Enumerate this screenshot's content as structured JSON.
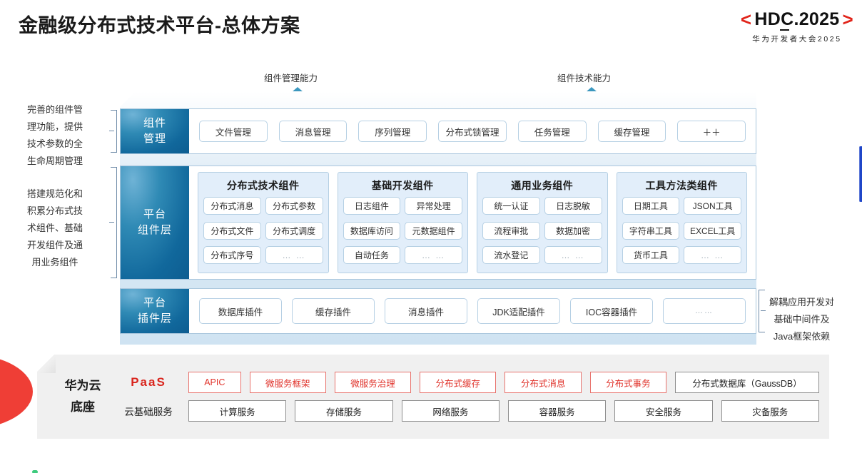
{
  "header": {
    "title": "金融级分布式技术平台-总体方案",
    "logo_bracket_left": "<",
    "logo_bracket_right": ">",
    "logo_main": "HDC.2025",
    "logo_sub": "华为开发者大会2025"
  },
  "arrows": {
    "left_label": "组件管理能力",
    "right_label": "组件技术能力",
    "color": "#1f7fae"
  },
  "side_notes": {
    "left_top": "完善的组件管\n理功能，提供\n技术参数的全\n生命周期管理",
    "left_bottom": "搭建规范化和\n积累分布式技\n术组件、基础\n开发组件及通\n用业务组件",
    "right": "解耦应用开发对\n基础中间件及\nJava框架依赖"
  },
  "mgmt_row": {
    "label": "组件\n管理",
    "items": [
      "文件管理",
      "消息管理",
      "序列管理",
      "分布式锁管理",
      "任务管理",
      "缓存管理",
      "＋＋"
    ]
  },
  "component_row": {
    "label": "平台\n组件层",
    "groups": [
      {
        "title": "分布式技术组件",
        "items": [
          "分布式消息",
          "分布式参数",
          "分布式文件",
          "分布式调度",
          "分布式序号",
          "… …"
        ]
      },
      {
        "title": "基础开发组件",
        "items": [
          "日志组件",
          "异常处理",
          "数据库访问",
          "元数据组件",
          "自动任务",
          "… …"
        ]
      },
      {
        "title": "通用业务组件",
        "items": [
          "统一认证",
          "日志脱敏",
          "流程审批",
          "数据加密",
          "流水登记",
          "… …"
        ]
      },
      {
        "title": "工具方法类组件",
        "items": [
          "日期工具",
          "JSON工具",
          "字符串工具",
          "EXCEL工具",
          "货币工具",
          "… …"
        ]
      }
    ]
  },
  "plugin_row": {
    "label": "平台\n插件层",
    "items": [
      "数据库插件",
      "缓存插件",
      "消息插件",
      "JDK适配插件",
      "IOC容器插件",
      "……"
    ]
  },
  "cloud": {
    "title": "华为云\n底座",
    "paas_label": "PaaS",
    "base_label": "云基础服务",
    "paas_items": [
      "APIC",
      "微服务框架",
      "微服务治理",
      "分布式缓存",
      "分布式消息",
      "分布式事务",
      "分布式数据库（GaussDB）"
    ],
    "paas_item_styles": [
      "red",
      "red",
      "red",
      "red",
      "red",
      "red",
      "gray"
    ],
    "base_items": [
      "计算服务",
      "存储服务",
      "网络服务",
      "容器服务",
      "安全服务",
      "灾备服务"
    ]
  },
  "colors": {
    "accent_blue": "#11689c",
    "accent_red": "#e1251b",
    "panel_gray": "#f0f0f0",
    "group_bg": "#e2eefa"
  }
}
